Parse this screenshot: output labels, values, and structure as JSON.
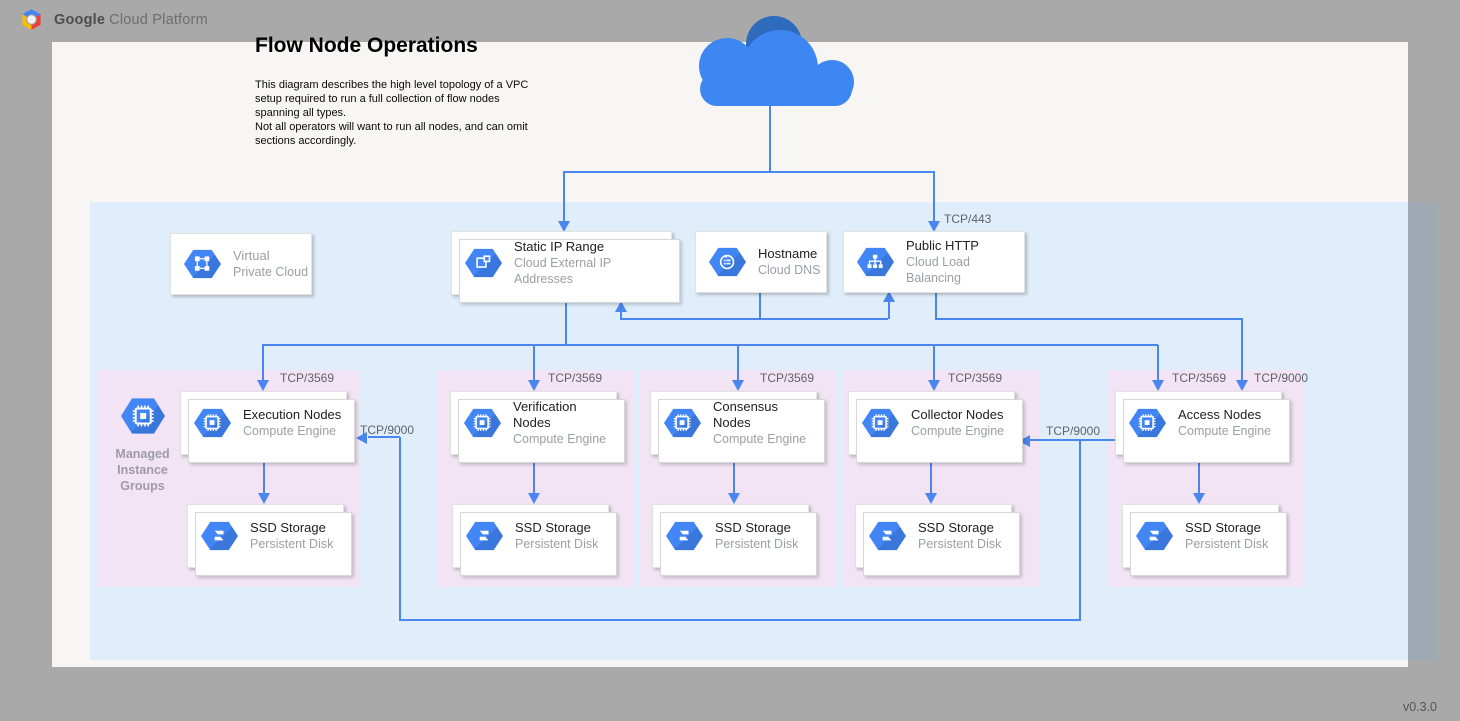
{
  "header": {
    "brand_bold": "Google",
    "brand_rest": "Cloud Platform"
  },
  "title": "Flow Node Operations",
  "description": "This diagram describes the high level topology of a VPC setup required to run a full collection of flow nodes spanning all types.\nNot all operators will want to run all nodes, and can omit sections accordingly.",
  "version": "v0.3.0",
  "ports": {
    "https": "TCP/443",
    "flow": "TCP/3569",
    "access": "TCP/9000"
  },
  "vpc_card": {
    "title": "Virtual",
    "subtitle": "Private Cloud"
  },
  "top_cards": [
    {
      "key": "static-ip-range",
      "icon": "external-ip-icon",
      "title": "Static IP Range",
      "subtitle": "Cloud External IP Addresses"
    },
    {
      "key": "hostname",
      "icon": "cloud-dns-icon",
      "title": "Hostname",
      "subtitle": "Cloud DNS"
    },
    {
      "key": "public-http",
      "icon": "load-balancer-icon",
      "title": "Public HTTP",
      "subtitle": "Cloud Load Balancing"
    }
  ],
  "mig": {
    "label": "Managed\nInstance\nGroups"
  },
  "node_sections": [
    {
      "key": "execution",
      "node_title": "Execution Nodes",
      "node_subtitle": "Compute Engine",
      "storage_title": "SSD Storage",
      "storage_subtitle": "Persistent Disk"
    },
    {
      "key": "verification",
      "node_title": "Verification Nodes",
      "node_subtitle": "Compute Engine",
      "storage_title": "SSD Storage",
      "storage_subtitle": "Persistent Disk"
    },
    {
      "key": "consensus",
      "node_title": "Consensus Nodes",
      "node_subtitle": "Compute Engine",
      "storage_title": "SSD Storage",
      "storage_subtitle": "Persistent Disk"
    },
    {
      "key": "collector",
      "node_title": "Collector Nodes",
      "node_subtitle": "Compute Engine",
      "storage_title": "SSD Storage",
      "storage_subtitle": "Persistent Disk"
    },
    {
      "key": "access",
      "node_title": "Access Nodes",
      "node_subtitle": "Compute Engine",
      "storage_title": "SSD Storage",
      "storage_subtitle": "Persistent Disk"
    }
  ],
  "colors": {
    "accent_blue": "#4285f4",
    "line_blue": "#4a86ee",
    "vpc_fill": "#e0eefb",
    "section_fill": "#f2e4f4",
    "cloud_dark": "#2e6bbd",
    "cloud_light": "#3e86f2"
  }
}
